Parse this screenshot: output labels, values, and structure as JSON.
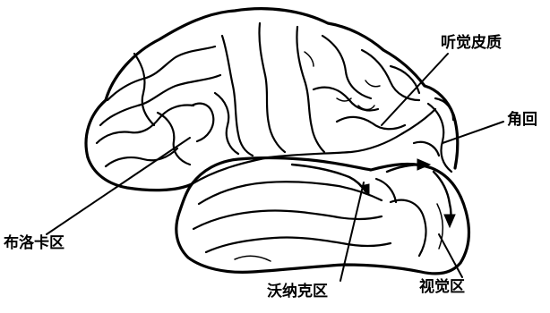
{
  "labels": {
    "auditory_cortex": "听觉皮质",
    "angular_gyrus": "角回",
    "broca_area": "布洛卡区",
    "wernicke_area": "沃纳克区",
    "visual_area": "视觉区"
  }
}
